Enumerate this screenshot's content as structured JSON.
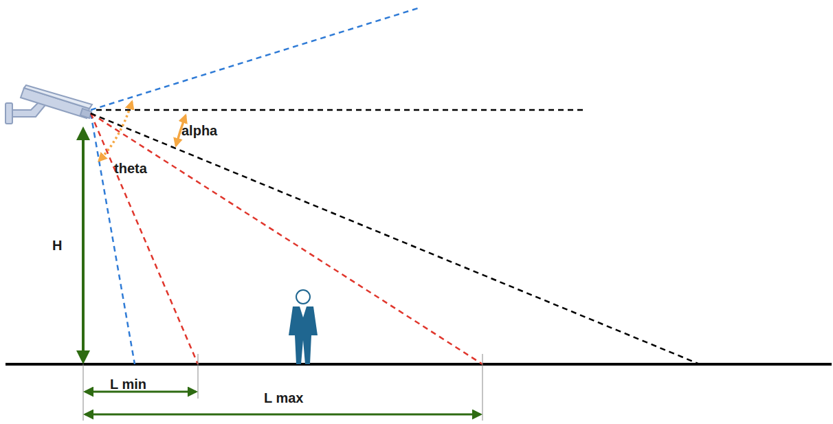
{
  "diagram": {
    "labels": [
      "alpha",
      "theta",
      "H",
      "L min",
      "L max"
    ]
  }
}
